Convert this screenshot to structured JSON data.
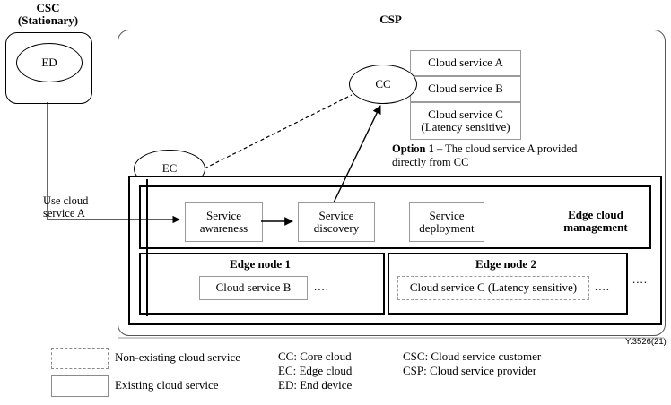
{
  "figure": {
    "reference": "Y.3526(21)"
  },
  "csc": {
    "title_line1": "CSC",
    "title_line2": "(Stationary)",
    "end_device_label": "ED"
  },
  "csp": {
    "title": "CSP",
    "core_cloud_label": "CC",
    "edge_cloud_label": "EC"
  },
  "cloud_services": [
    {
      "label": "Cloud service A",
      "style": "solid"
    },
    {
      "label": "Cloud service B",
      "style": "solid"
    },
    {
      "label": "Cloud service C",
      "label2": "(Latency sensitive)",
      "style": "solid"
    }
  ],
  "option_note": {
    "bold_part": "Option 1",
    "line1_rest": " – The cloud service A provided",
    "line2": "directly from CC"
  },
  "flow_label": {
    "line1": "Use cloud",
    "line2": "service A"
  },
  "management": {
    "title_line1": "Edge cloud",
    "title_line2": "management",
    "functions": [
      {
        "line1": "Service",
        "line2": "awareness"
      },
      {
        "line1": "Service",
        "line2": "discovery"
      },
      {
        "line1": "Service",
        "line2": "deployment"
      }
    ]
  },
  "edge_nodes": [
    {
      "title": "Edge node 1",
      "service": "Cloud service B",
      "service_style": "solid",
      "ellipsis": "...."
    },
    {
      "title": "Edge node 2",
      "service": "Cloud service C (Latency sensitive)",
      "service_style": "dashed",
      "ellipsis": "...."
    }
  ],
  "edge_nodes_ellipsis": "....",
  "legend": {
    "swatches": [
      {
        "label": "Non-existing cloud service",
        "style": "dashed"
      },
      {
        "label": "Existing cloud service",
        "style": "solid"
      }
    ],
    "acronyms_col1": [
      "CC: Core cloud",
      "EC: Edge cloud",
      "ED: End device"
    ],
    "acronyms_col2": [
      "CSC: Cloud service customer",
      "CSP: Cloud service provider"
    ]
  }
}
